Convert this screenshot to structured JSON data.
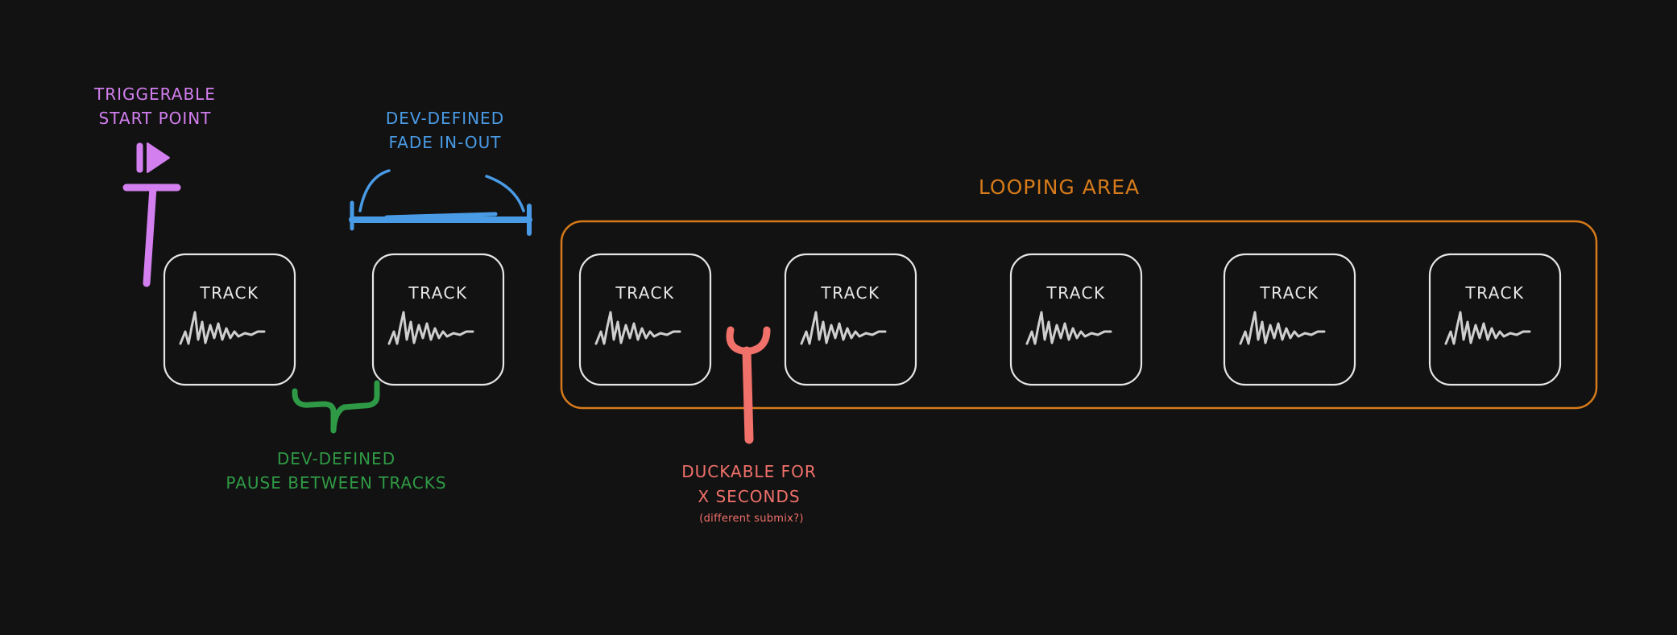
{
  "labels": {
    "start_point": [
      "TRIGGERABLE",
      "START POINT"
    ],
    "fade": [
      "DEV-DEFINED",
      "FADE IN-OUT"
    ],
    "looping": "LOOPING AREA",
    "pause": [
      "DEV-DEFINED",
      "PAUSE BETWEEN TRACKS"
    ],
    "duck": [
      "DUCKABLE FOR",
      "X SECONDS"
    ],
    "duck_note": "(different submix?)"
  },
  "tracks": [
    {
      "label": "TRACK"
    },
    {
      "label": "TRACK"
    },
    {
      "label": "TRACK"
    },
    {
      "label": "TRACK"
    },
    {
      "label": "TRACK"
    },
    {
      "label": "TRACK"
    },
    {
      "label": "TRACK"
    }
  ],
  "colors": {
    "background": "#121212",
    "track": "#e6e6e6",
    "start_point": "#d37ff0",
    "fade": "#4a9be6",
    "looping": "#d67a1a",
    "pause": "#2f9a45",
    "duck": "#f0706a"
  },
  "icons": {
    "start_point": "play-flag-icon",
    "fade": "fade-bracket-icon",
    "pause": "curly-brace-icon",
    "duck": "ducking-fork-icon",
    "track": "waveform-icon"
  }
}
